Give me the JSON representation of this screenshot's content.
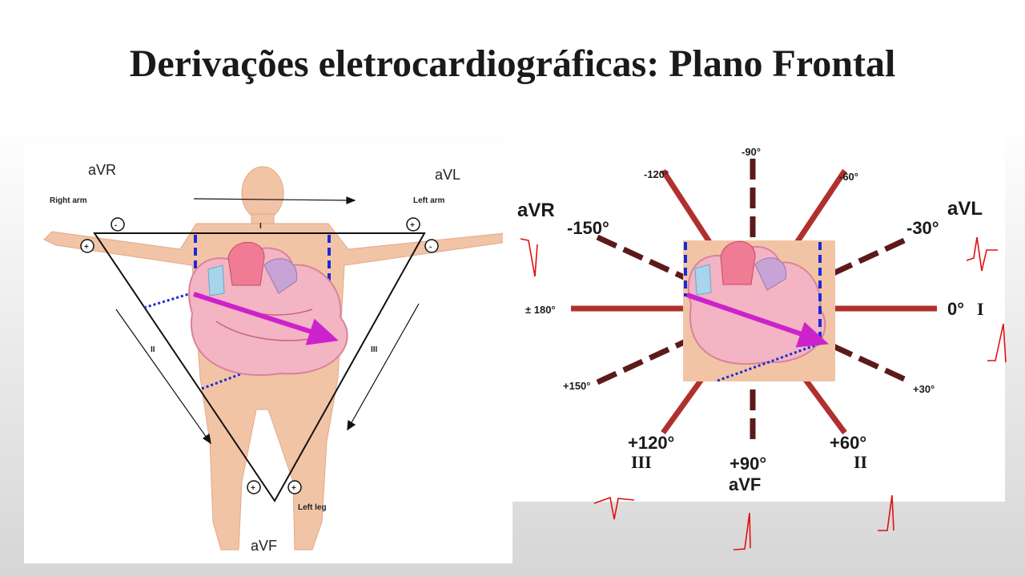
{
  "slide": {
    "title": "Derivações eletrocardiográficas: Plano Frontal"
  },
  "left_diagram": {
    "lead_aVR": "aVR",
    "lead_aVL": "aVL",
    "lead_aVF": "aVF",
    "right_arm": "Right arm",
    "left_arm": "Left arm",
    "left_leg": "Left leg",
    "lead_I": "I",
    "lead_II": "II",
    "lead_III": "III",
    "polarity_plus": "+",
    "polarity_minus": "-"
  },
  "right_diagram": {
    "angle_m90": "-90°",
    "angle_m120": "-120°",
    "angle_m60": "-60°",
    "label_aVR": "aVR",
    "angle_m150": "-150°",
    "label_aVL": "aVL",
    "angle_m30": "-30°",
    "angle_180": "± 180°",
    "angle_0": "0°",
    "label_I": "I",
    "angle_p150": "+150°",
    "angle_p30": "+30°",
    "angle_p120": "+120°",
    "label_III": "III",
    "angle_p90": "+90°",
    "label_aVF": "aVF",
    "angle_p60": "+60°",
    "label_II": "II"
  },
  "colors": {
    "bipolar_axis": "#b0302e",
    "augmented_axis": "#5c1a1a",
    "mean_vector": "#cc22cc",
    "projection": "#1a2bd6",
    "ecg_trace": "#e01010"
  }
}
